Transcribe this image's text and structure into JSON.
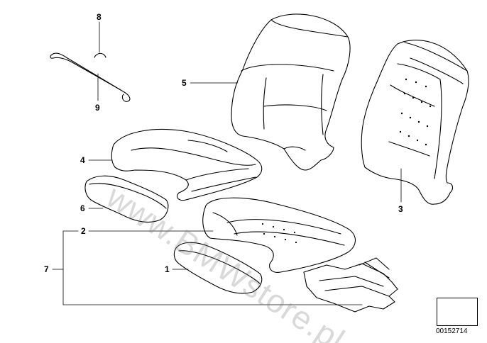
{
  "diagram": {
    "callouts": {
      "c1": "1",
      "c2": "2",
      "c3": "3",
      "c4": "4",
      "c5": "5",
      "c6": "6",
      "c7": "7",
      "c8": "8",
      "c9": "9"
    },
    "watermark": "www.BMWstore.pl",
    "reference_number": "00152714",
    "line_color": "#000000"
  }
}
